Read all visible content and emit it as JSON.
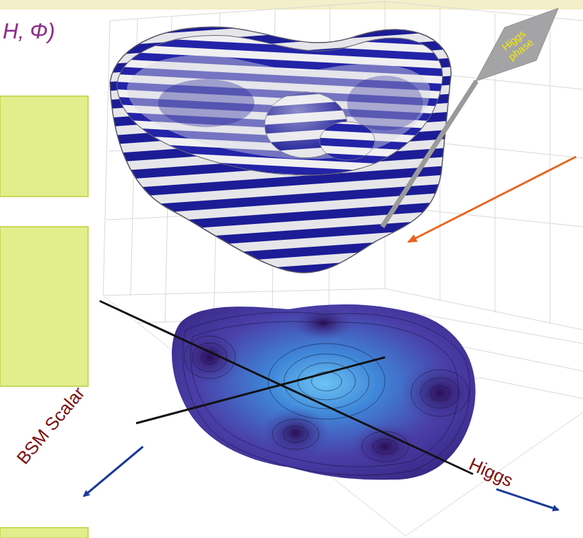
{
  "diagram": {
    "nodes": [
      {
        "text": [
          "Higgs phase"
        ]
      }
    ],
    "labels": [
      "H, Φ)",
      "Higgs",
      "BSM Scalar"
    ]
  }
}
